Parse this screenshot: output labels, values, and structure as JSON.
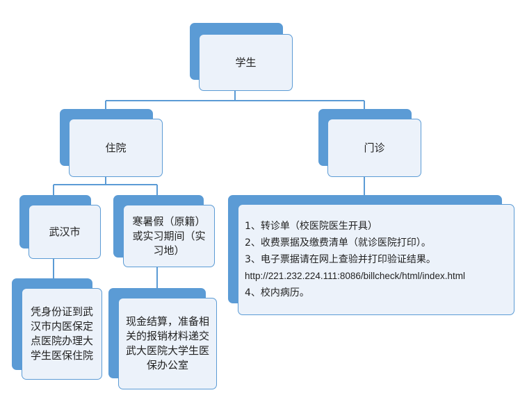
{
  "diagram": {
    "root": {
      "label": "学生"
    },
    "inpatient": {
      "label": "住院"
    },
    "outpatient": {
      "label": "门诊"
    },
    "wuhan": {
      "label": "武汉市"
    },
    "vacation": {
      "label": "寒暑假（原籍）或实习期间（实习地）"
    },
    "wuhan_detail": {
      "label": "凭身份证到武汉市内医保定点医院办理大学生医保住院"
    },
    "vacation_detail": {
      "label": "现金结算，准备相关的报销材料递交武大医院大学生医保办公室"
    },
    "outpatient_detail": {
      "items": [
        "1、转诊单（校医院医生开具）",
        "2、收费票据及缴费清单（就诊医院打印）。",
        "3、电子票据请在网上查验并打印验证结果。",
        "http://221.232.224.111:8086/billcheck/html/index.html",
        "4、校内病历。"
      ]
    }
  }
}
